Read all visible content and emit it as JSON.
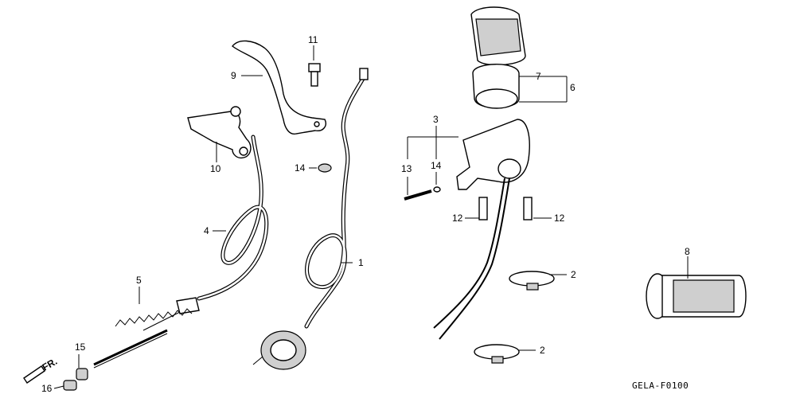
{
  "diagram": {
    "callouts": {
      "c1": "1",
      "c2a": "2",
      "c2b": "2",
      "c3": "3",
      "c4": "4",
      "c5": "5",
      "c6": "6",
      "c7": "7",
      "c8": "8",
      "c9": "9",
      "c10": "10",
      "c11": "11",
      "c12a": "12",
      "c12b": "12",
      "c13": "13",
      "c14a": "14",
      "c14b": "14",
      "c15": "15",
      "c16": "16"
    },
    "front_arrow_label": "FR.",
    "diagram_code": "GELA-F0100"
  }
}
